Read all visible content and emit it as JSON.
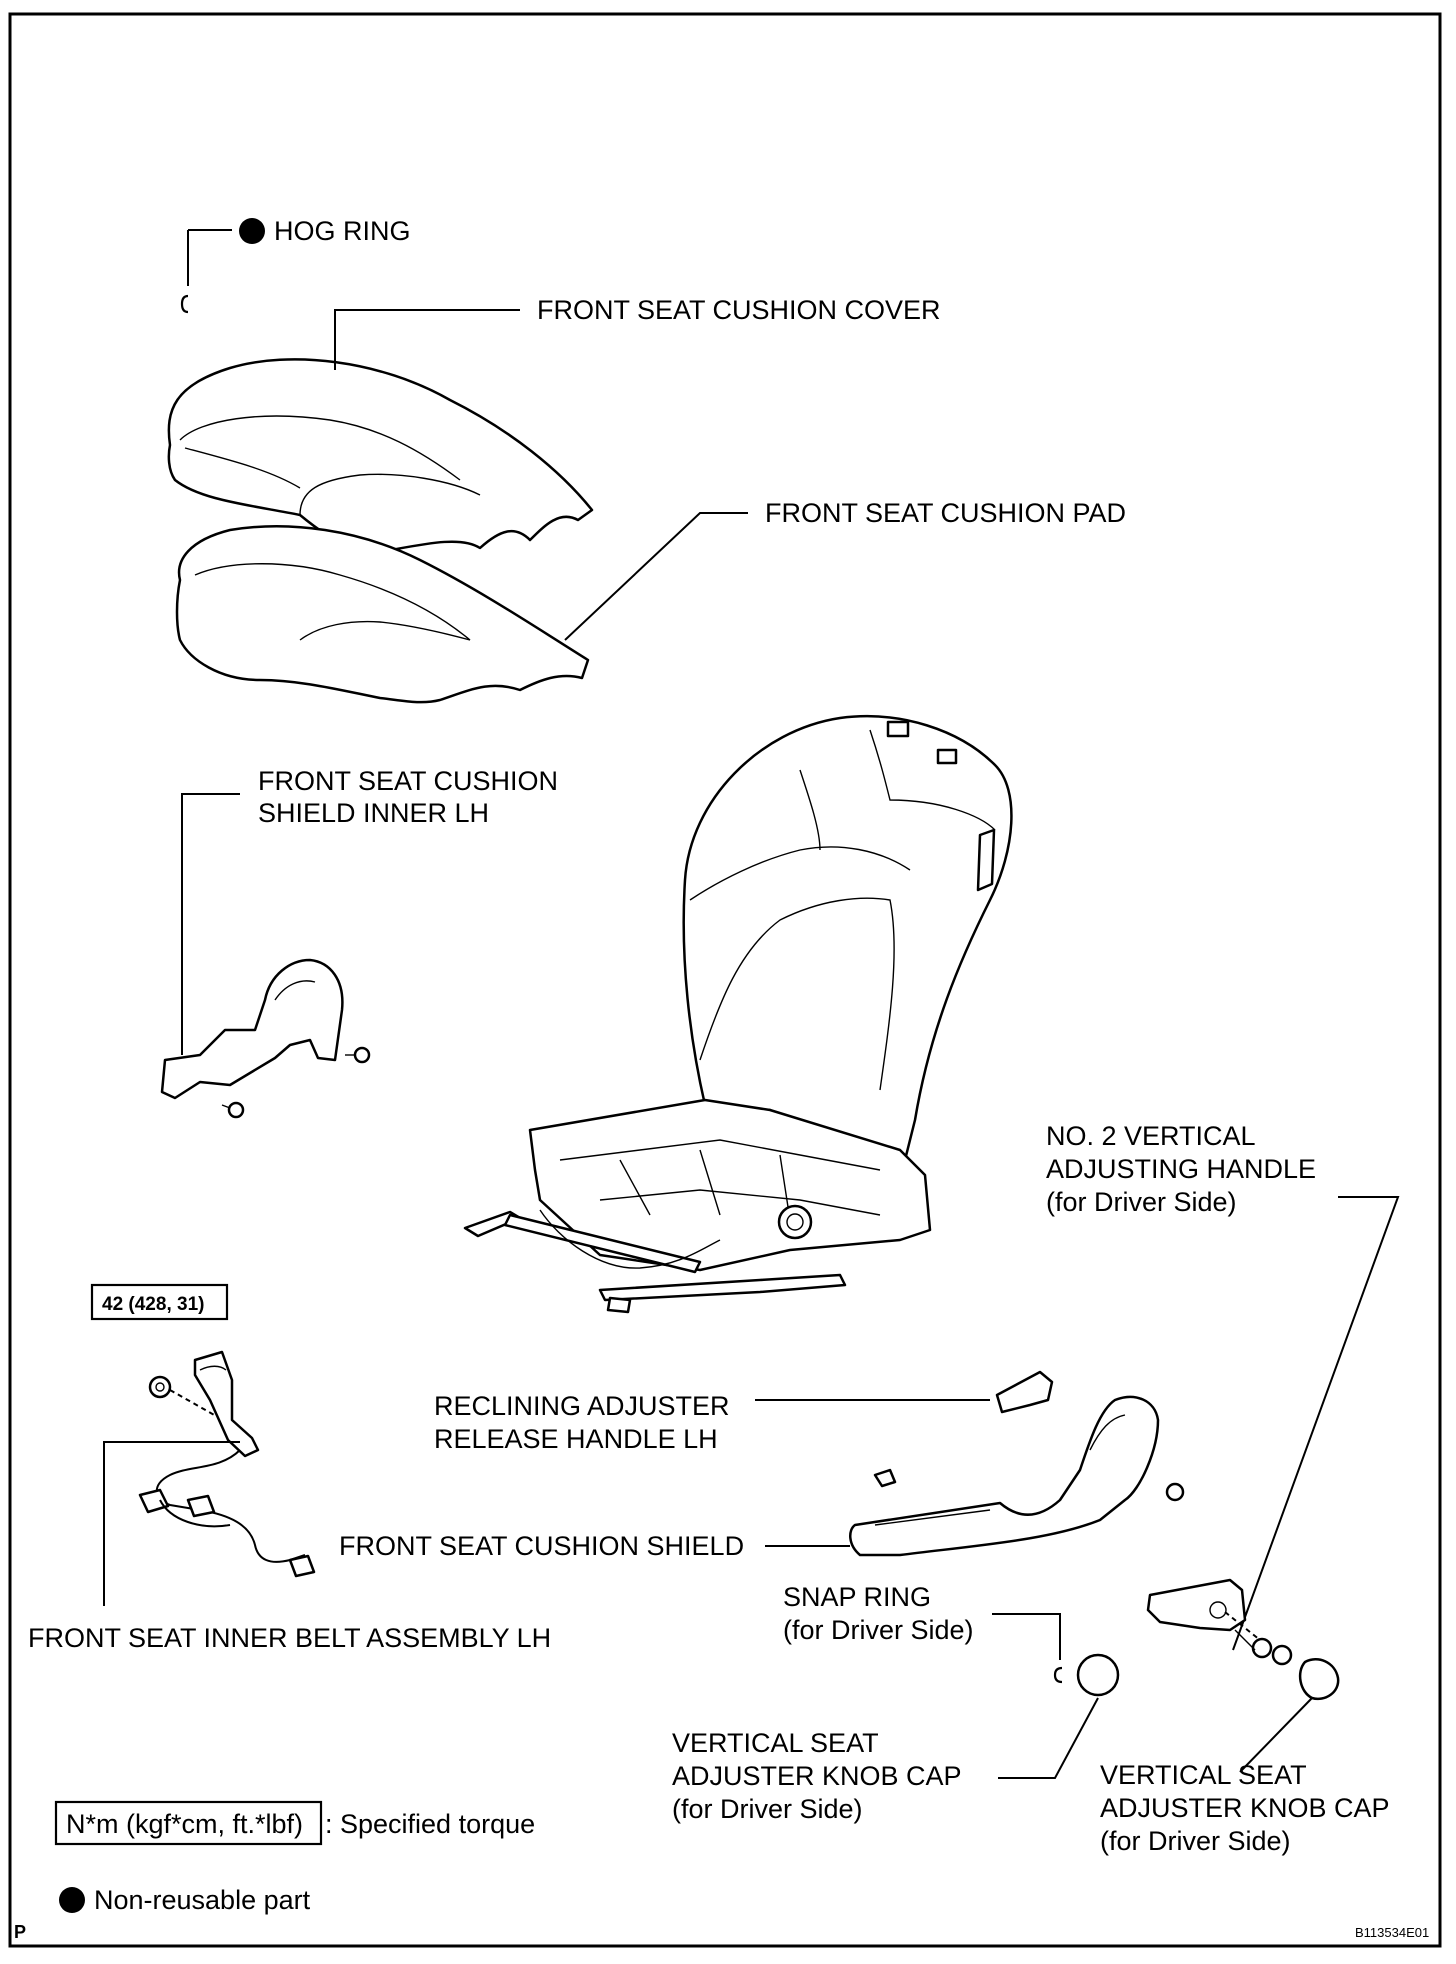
{
  "labels": {
    "hog_ring": "HOG RING",
    "cushion_cover": "FRONT SEAT CUSHION COVER",
    "cushion_pad": "FRONT SEAT CUSHION PAD",
    "shield_inner_1": "FRONT SEAT CUSHION",
    "shield_inner_2": "SHIELD INNER LH",
    "vert_handle_1": "NO. 2 VERTICAL",
    "vert_handle_2": "ADJUSTING HANDLE",
    "vert_handle_3": "(for Driver Side)",
    "torque_value": "42 (428, 31)",
    "recline_1": "RECLINING ADJUSTER",
    "recline_2": "RELEASE HANDLE LH",
    "cushion_shield": "FRONT SEAT CUSHION SHIELD",
    "snap_ring_1": "SNAP RING",
    "snap_ring_2": "(for Driver Side)",
    "inner_belt": "FRONT SEAT INNER BELT ASSEMBLY LH",
    "knob_cap_a_1": "VERTICAL SEAT",
    "knob_cap_a_2": "ADJUSTER KNOB CAP",
    "knob_cap_a_3": "(for Driver Side)",
    "knob_cap_b_1": "VERTICAL SEAT",
    "knob_cap_b_2": "ADJUSTER KNOB CAP",
    "knob_cap_b_3": "(for Driver Side)"
  },
  "legend": {
    "torque_box": "N*m (kgf*cm, ft.*lbf)",
    "torque_desc": ": Specified torque",
    "non_reusable": "Non-reusable part"
  },
  "footer": {
    "left_mark": "P",
    "figure_id": "B113534E01"
  }
}
